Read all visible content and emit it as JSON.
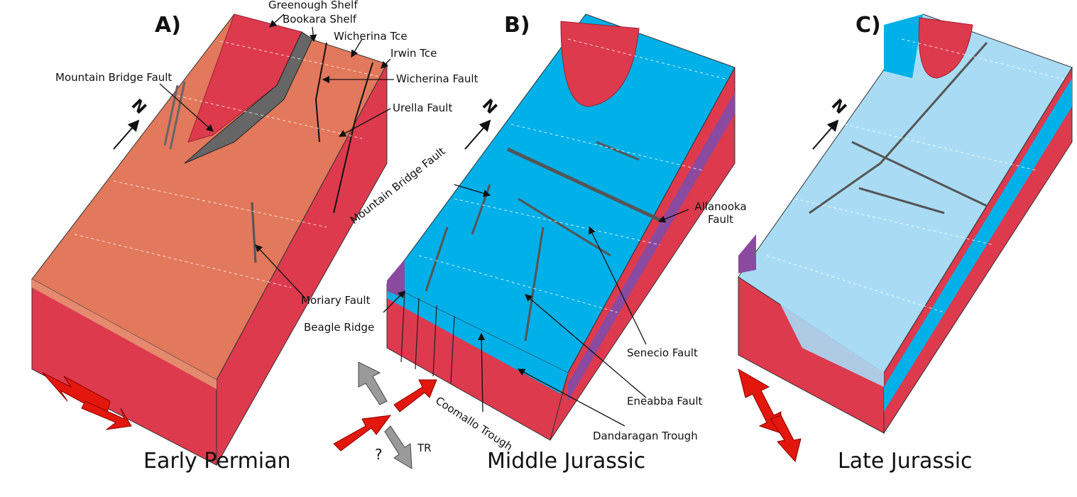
{
  "panels": [
    {
      "id": "A)",
      "era": "Early Permian",
      "north": "N",
      "labels": {
        "greenough_shelf": "Greenough Shelf",
        "bookara_shelf": "Bookara Shelf",
        "wicherina_tce": "Wicherina Tce",
        "irwin_tce": "Irwin Tce",
        "mountain_bridge_fault": "Mountain Bridge Fault",
        "wicherina_fault": "Wicherina Fault",
        "urella_fault": "Urella Fault",
        "moriary_fault": "Moriary Fault"
      }
    },
    {
      "id": "B)",
      "era": "Middle Jurassic",
      "north": "N",
      "labels": {
        "mountain_bridge_fault": "Mountain Bridge Fault",
        "allanooka_fault": "Allanooka Fault",
        "beagle_ridge": "Beagle Ridge",
        "senecio_fault": "Senecio Fault",
        "eneabba_fault": "Eneabba Fault",
        "coomallo_trough": "Coomallo Trough",
        "dandaragan_trough": "Dandaragan Trough",
        "tr": "TR",
        "question": "?"
      }
    },
    {
      "id": "C)",
      "era": "Late Jurassic",
      "north": "N"
    }
  ],
  "colors": {
    "permian_surface": "#e2785c",
    "red_basement": "#dd3a4e",
    "blue_sediment": "#00b0e8",
    "light_blue": "#a9dcf4",
    "purple_layer": "#8a4aa0",
    "arrow_red": "#e3170d",
    "arrow_grey": "#9a9a9a"
  }
}
